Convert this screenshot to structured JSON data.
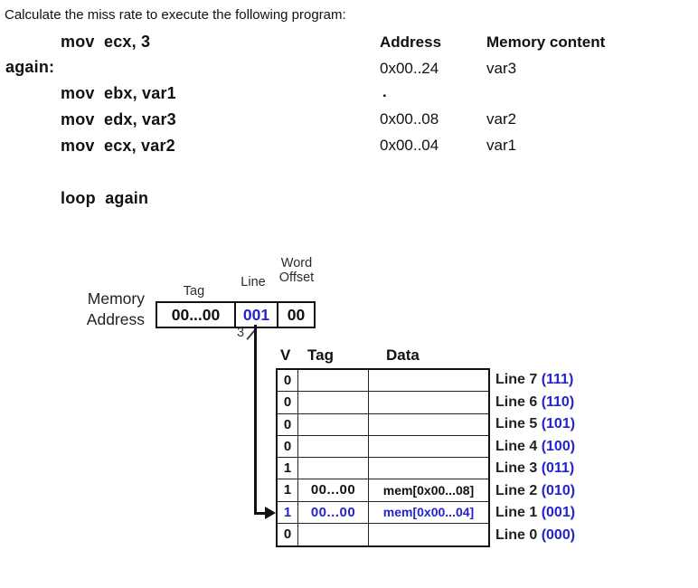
{
  "title": "Calculate the miss rate to execute the following program:",
  "program": {
    "lines": [
      "mov  ecx, 3",
      "again:",
      "mov  ebx, var1",
      "mov  edx, var3",
      "mov  ecx, var2",
      "loop  again"
    ]
  },
  "memory_table": {
    "headers": [
      "Address",
      "Memory content"
    ],
    "rows": [
      {
        "address": "0x00..24",
        "content": "var3"
      },
      {
        "address": ".",
        "content": ""
      },
      {
        "address": "0x00..08",
        "content": "var2"
      },
      {
        "address": "0x00..04",
        "content": "var1"
      }
    ]
  },
  "address_breakdown": {
    "label": "Memory Address",
    "fields": [
      {
        "name": "Tag",
        "value": "00...00"
      },
      {
        "name": "Line",
        "value": "001"
      },
      {
        "name": "Word Offset",
        "value": "00"
      }
    ],
    "bus_width_label": "3"
  },
  "cache_table": {
    "headers": [
      "V",
      "Tag",
      "Data"
    ],
    "rows": [
      {
        "v": "0",
        "tag": "",
        "data": "",
        "line_label": "Line 7 ",
        "binary": "(111)"
      },
      {
        "v": "0",
        "tag": "",
        "data": "",
        "line_label": "Line 6 ",
        "binary": "(110)"
      },
      {
        "v": "0",
        "tag": "",
        "data": "",
        "line_label": "Line 5 ",
        "binary": "(101)"
      },
      {
        "v": "0",
        "tag": "",
        "data": "",
        "line_label": "Line 4 ",
        "binary": "(100)"
      },
      {
        "v": "1",
        "tag": "",
        "data": "",
        "line_label": "Line 3 ",
        "binary": "(011)"
      },
      {
        "v": "1",
        "tag": "00...00",
        "data": "mem[0x00...08]",
        "line_label": "Line 2 ",
        "binary": "(010)"
      },
      {
        "v": "1",
        "tag": "00...00",
        "data": "mem[0x00...04]",
        "line_label": "Line 1 ",
        "binary": "(001)"
      },
      {
        "v": "0",
        "tag": "",
        "data": "",
        "line_label": "Line 0 ",
        "binary": "(000)"
      }
    ]
  },
  "colors": {
    "accent_blue": "#2323cf",
    "text": "#111111",
    "background": "#ffffff"
  }
}
